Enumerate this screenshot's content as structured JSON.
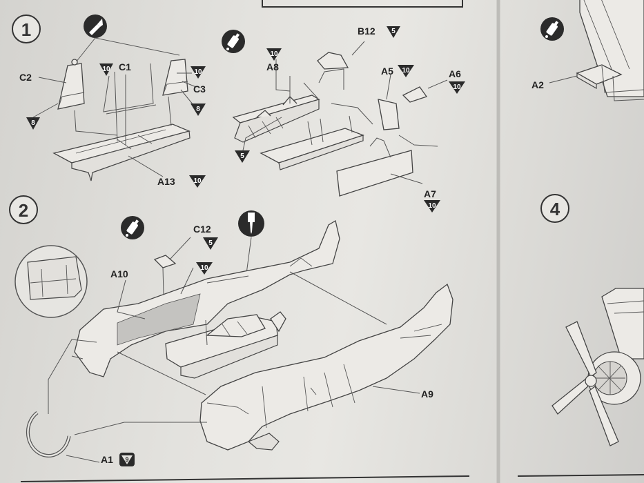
{
  "steps": [
    {
      "number": "1"
    },
    {
      "number": "2"
    },
    {
      "number": "4"
    }
  ],
  "parts": {
    "C2": {
      "label": "C2"
    },
    "C1": {
      "label": "C1"
    },
    "C3": {
      "label": "C3"
    },
    "A13": {
      "label": "A13"
    },
    "A8": {
      "label": "A8"
    },
    "B12": {
      "label": "B12"
    },
    "A5": {
      "label": "A5"
    },
    "A6": {
      "label": "A6"
    },
    "A7": {
      "label": "A7"
    },
    "A2": {
      "label": "A2"
    },
    "C12": {
      "label": "C12"
    },
    "A10": {
      "label": "A10"
    },
    "A9": {
      "label": "A9"
    },
    "A1": {
      "label": "A1"
    }
  },
  "paint_codes": {
    "c2": "8",
    "c1": "10",
    "c3_top": "10",
    "c3_bottom": "8",
    "a13": "10",
    "a8": "10",
    "a8_bottom": "5",
    "b12": "5",
    "a5": "10",
    "a6": "10",
    "a7": "10",
    "c12": "5",
    "a10": "10",
    "a1": "9"
  },
  "icons": {
    "knife": "hobby-knife-icon",
    "glue": "glue-tube-icon",
    "drill": "drill-icon"
  },
  "colors": {
    "paper": "#e6e5e1",
    "ink": "#222222",
    "badge": "#2a2a2a",
    "fill_grey": "#c4c3c0"
  }
}
